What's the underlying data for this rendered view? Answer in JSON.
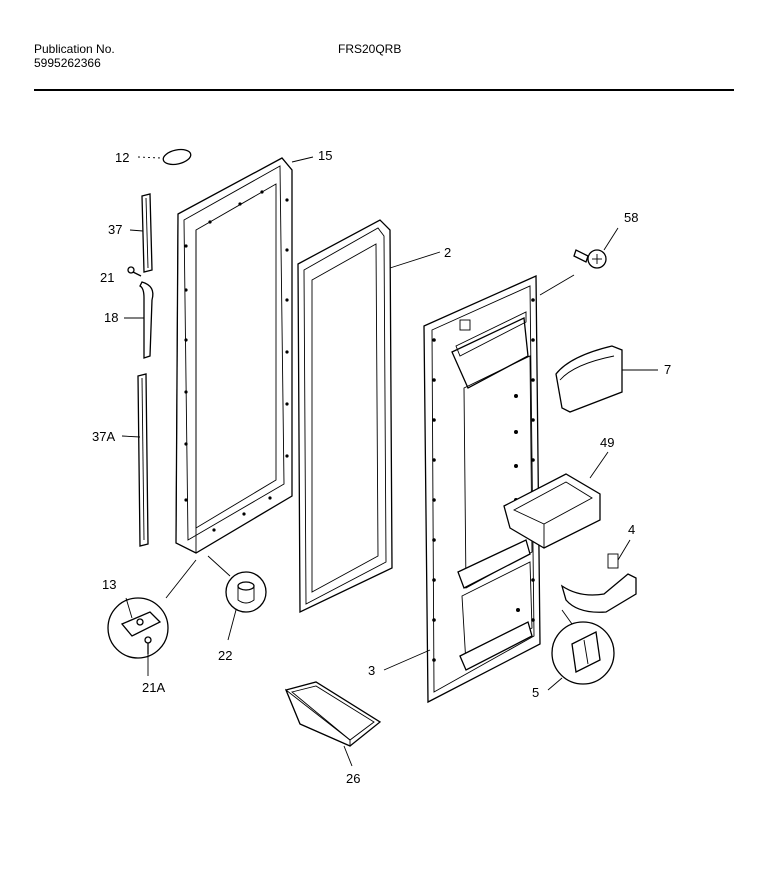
{
  "header": {
    "publication_label": "Publication No.",
    "publication_number": "5995262366",
    "model": "FRS20QRB"
  },
  "callouts": {
    "c12": "12",
    "c15": "15",
    "c37": "37",
    "c21": "21",
    "c18": "18",
    "c37a": "37A",
    "c2": "2",
    "c58": "58",
    "c7": "7",
    "c49": "49",
    "c4": "4",
    "c13": "13",
    "c22": "22",
    "c21a": "21A",
    "c3": "3",
    "c5": "5",
    "c26": "26"
  }
}
